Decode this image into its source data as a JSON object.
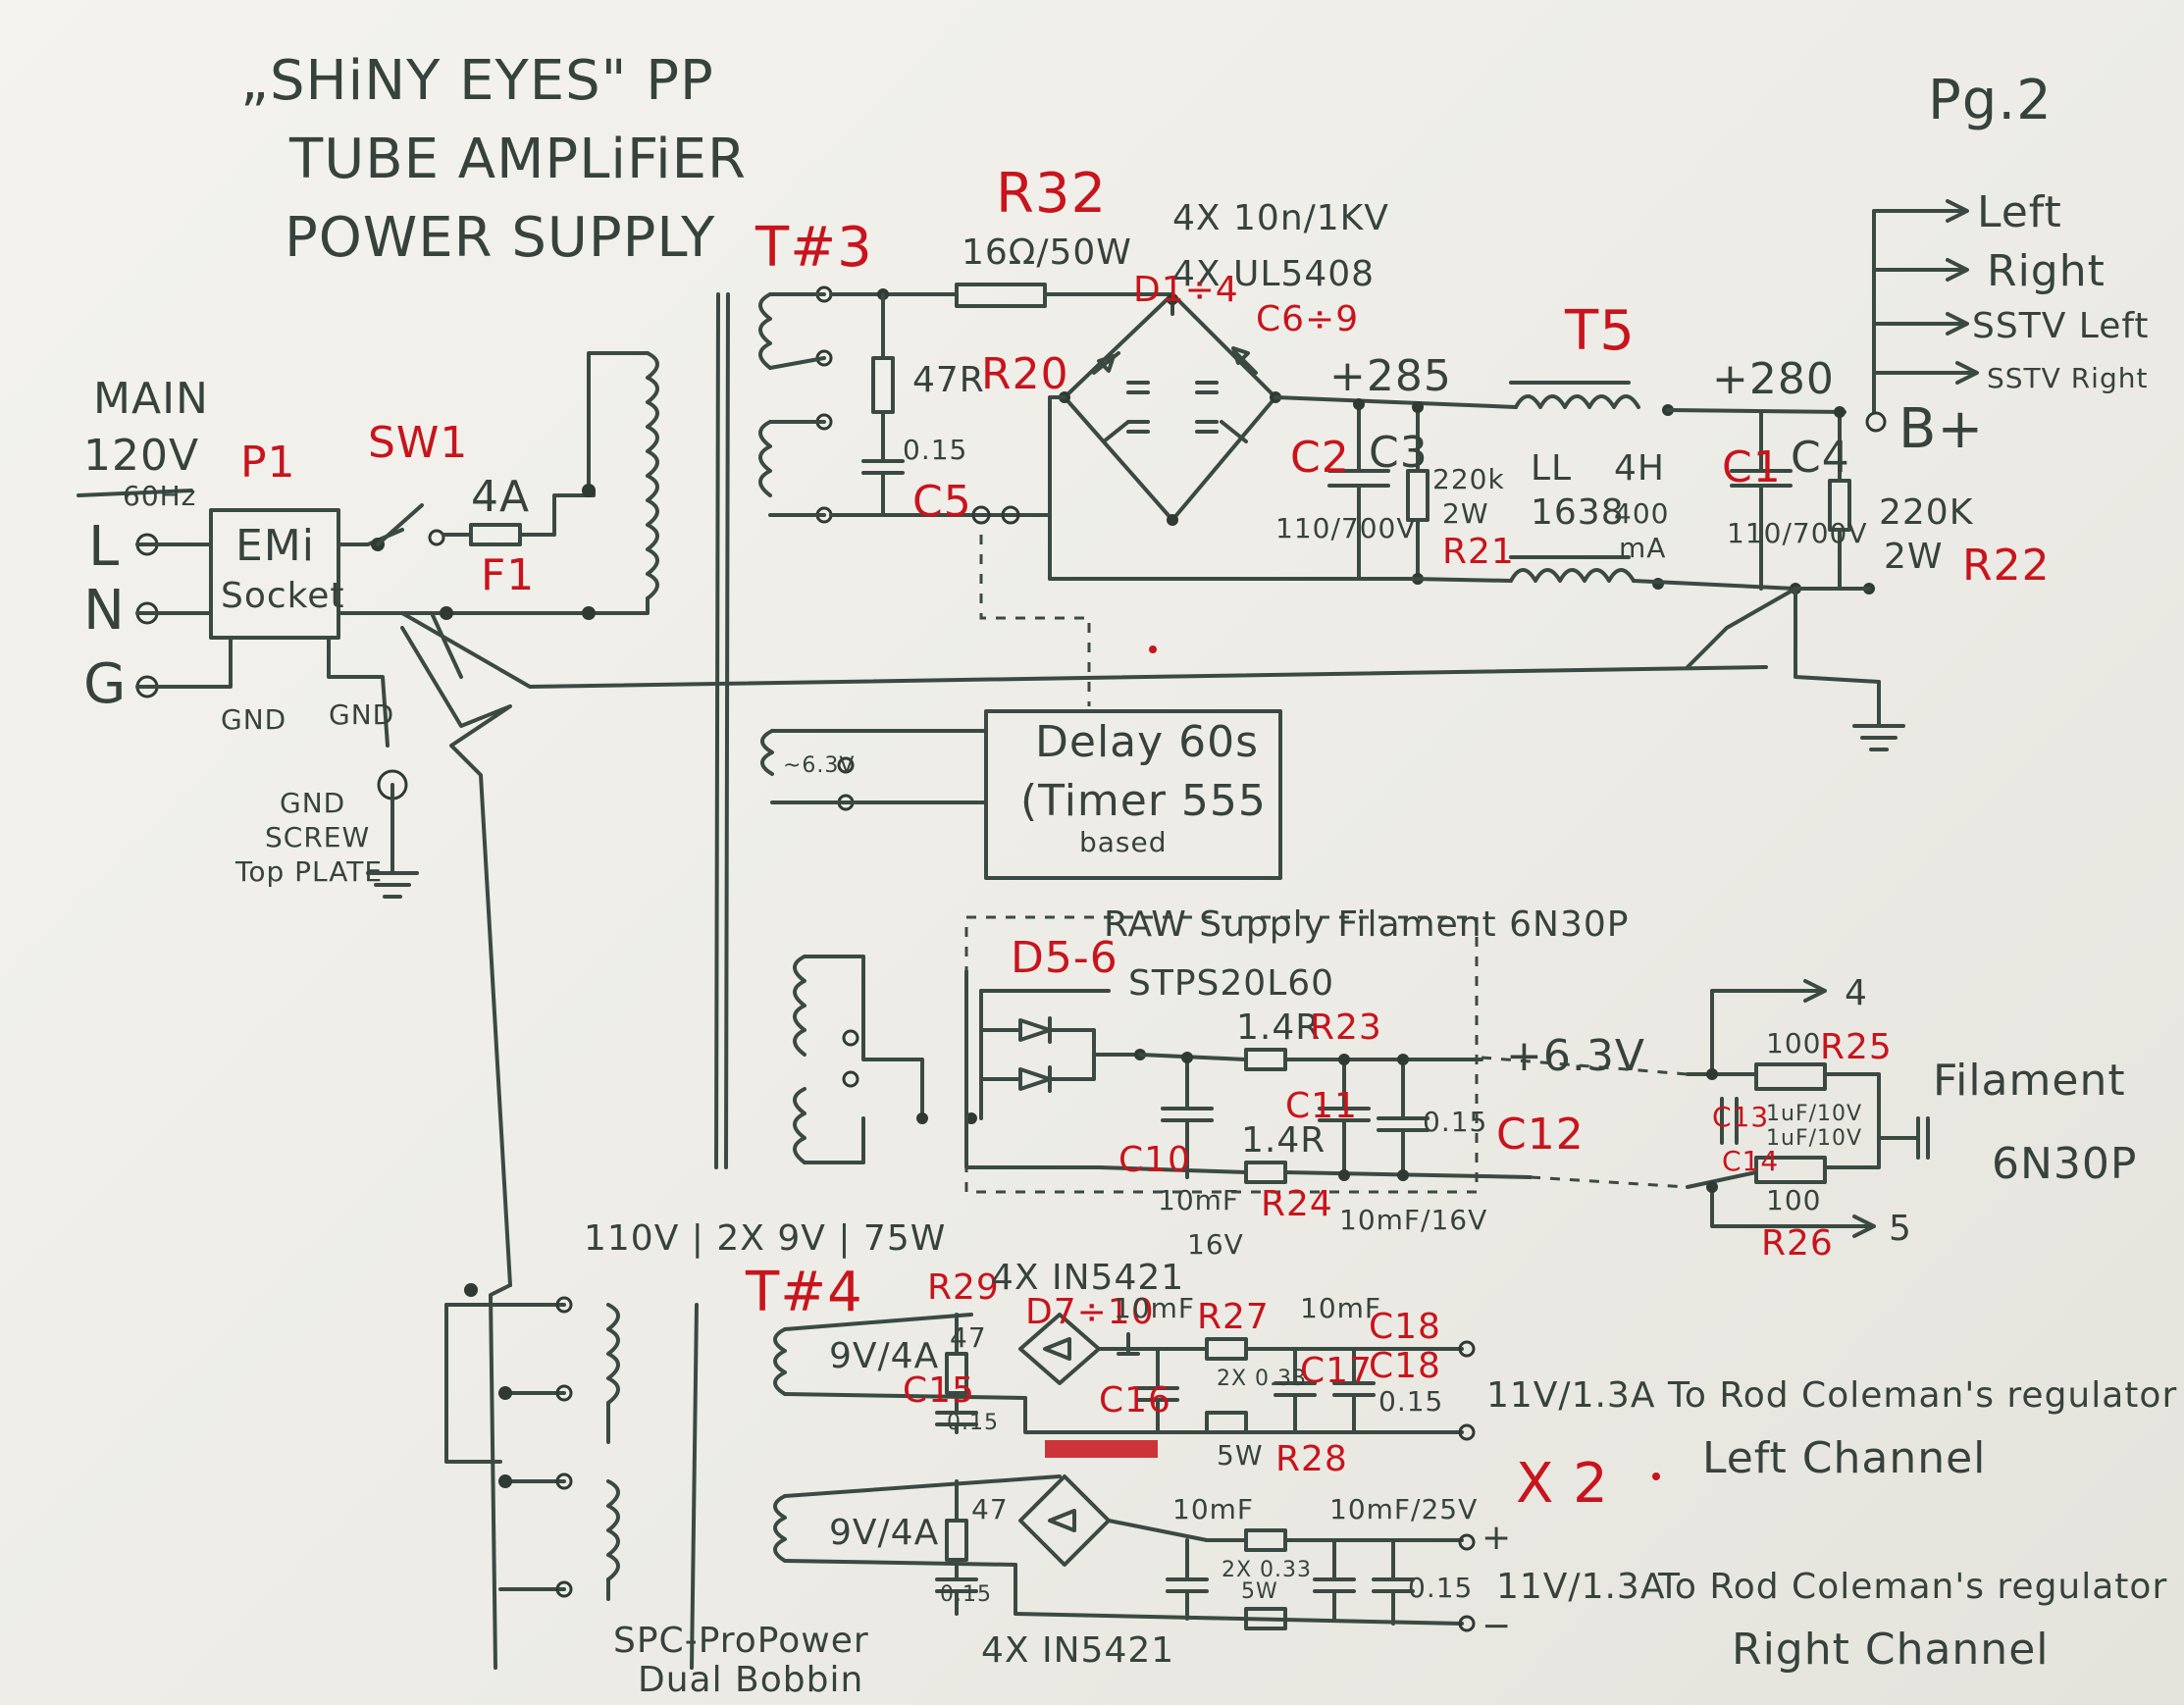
{
  "title": {
    "line1": "„SHiNY EYES\" PP",
    "line2": "TUBE AMPLiFiER",
    "line3": "POWER SUPPLY"
  },
  "page_number": "Pg.2",
  "mains": {
    "main_label": "MAIN",
    "voltage": "120V",
    "freq": "60Hz",
    "L": "L",
    "N": "N",
    "G": "G",
    "emi_line1": "EMi",
    "emi_line2": "Socket",
    "p1": "P1",
    "gnd1": "GND",
    "gnd2": "GND",
    "gnd_screw1": "GND",
    "gnd_screw2": "SCREW",
    "gnd_screw3": "Top PLATE",
    "sw1": "SW1",
    "fuse_value": "4A",
    "f1": "F1"
  },
  "hv_supply": {
    "t3": "T#3",
    "r32": "R32",
    "r32_value": "16Ω/50W",
    "diodes_caps": "4X 10n/1KV",
    "diodes_type": "4X UL5408",
    "d1_4": "D1÷4",
    "c6_9": "C6÷9",
    "r20": "R20",
    "r20_value": "47R",
    "c_snub_value": "0.15",
    "c5": "C5",
    "v285": "+285",
    "c3": "C3",
    "c2": "C2",
    "c3_value": "110/700V",
    "r21_value_1": "220k",
    "r21_value_2": "2W",
    "r21": "R21",
    "t5": "T5",
    "choke_line1": "LL",
    "choke_line2": "1638",
    "choke_spec_1": "4H",
    "choke_spec_2": "400",
    "choke_spec_3": "mA",
    "v280": "+280",
    "c4": "C4",
    "c1": "C1",
    "c4_value": "110/700V",
    "r22_value_1": "220K",
    "r22_value_2": "2W",
    "r22": "R22",
    "b_plus": "B+",
    "out_left": "Left",
    "out_right": "Right",
    "out_sstv_left": "SSTV Left",
    "out_sstv_right": "SSTV Right"
  },
  "delay": {
    "line1": "Delay 60s",
    "line2": "(Timer 555",
    "line3": "based",
    "supply": "~6.3V"
  },
  "filament": {
    "title": "RAW Supply Filament 6N30P",
    "d5_6": "D5-6",
    "diode_type": "STPS20L60",
    "r23_value": "1.4R",
    "r23": "R23",
    "r24_value": "1.4R",
    "r24": "R24",
    "v63": "+6.3V",
    "c10": "C10",
    "c10_value": "10mF",
    "c10_voltage": "16V",
    "c11": "C11",
    "c11_value": "10mF/16V",
    "c12_value": "0.15",
    "c12": "C12",
    "r25_value": "100",
    "r25": "R25",
    "r26_value": "100",
    "r26": "R26",
    "c13": "C13",
    "c14": "C14",
    "c_pair_value_1": "1uF/10V",
    "c_pair_value_2": "1uF/10V",
    "filament_label": "Filament",
    "tube": "6N30P",
    "arrow_4": "4",
    "arrow_5": "5"
  },
  "transformer_t4": {
    "rating": "110V | 2X 9V | 75W",
    "t4": "T#4",
    "maker_1": "SPC-ProPower",
    "maker_2": "Dual Bobbin"
  },
  "reg_left": {
    "r29": "R29",
    "diodes": "4X IN5421",
    "d7_10": "D7÷10",
    "winding": "9V/4A",
    "r29_value": "47",
    "c15": "C15",
    "c15_value": "0.15",
    "c16": "C16",
    "c16_value": "10mF",
    "r27": "R27",
    "r27_value": "2X 0.33",
    "c17": "C17",
    "c17_value": "10mF",
    "c18": "C18",
    "c18b": "C18",
    "c18_value": "0.15",
    "r28": "R28",
    "r28_value": "5W",
    "out": "11V/1.3A",
    "dest": "To Rod Coleman's regulator",
    "channel": "Left Channel",
    "multiplier": "X 2"
  },
  "reg_right": {
    "winding": "9V/4A",
    "r_value": "47",
    "c_value": "0.15",
    "c_main_value": "10mF",
    "c_main_2": "10mF/25V",
    "r_pair": "2X 0.33",
    "r_watts": "5W",
    "c_snub": "0.15",
    "diodes": "4X IN5421",
    "out": "11V/1.3A",
    "dest": "To Rod Coleman's regulator",
    "channel": "Right Channel",
    "plus": "+",
    "minus": "−"
  }
}
